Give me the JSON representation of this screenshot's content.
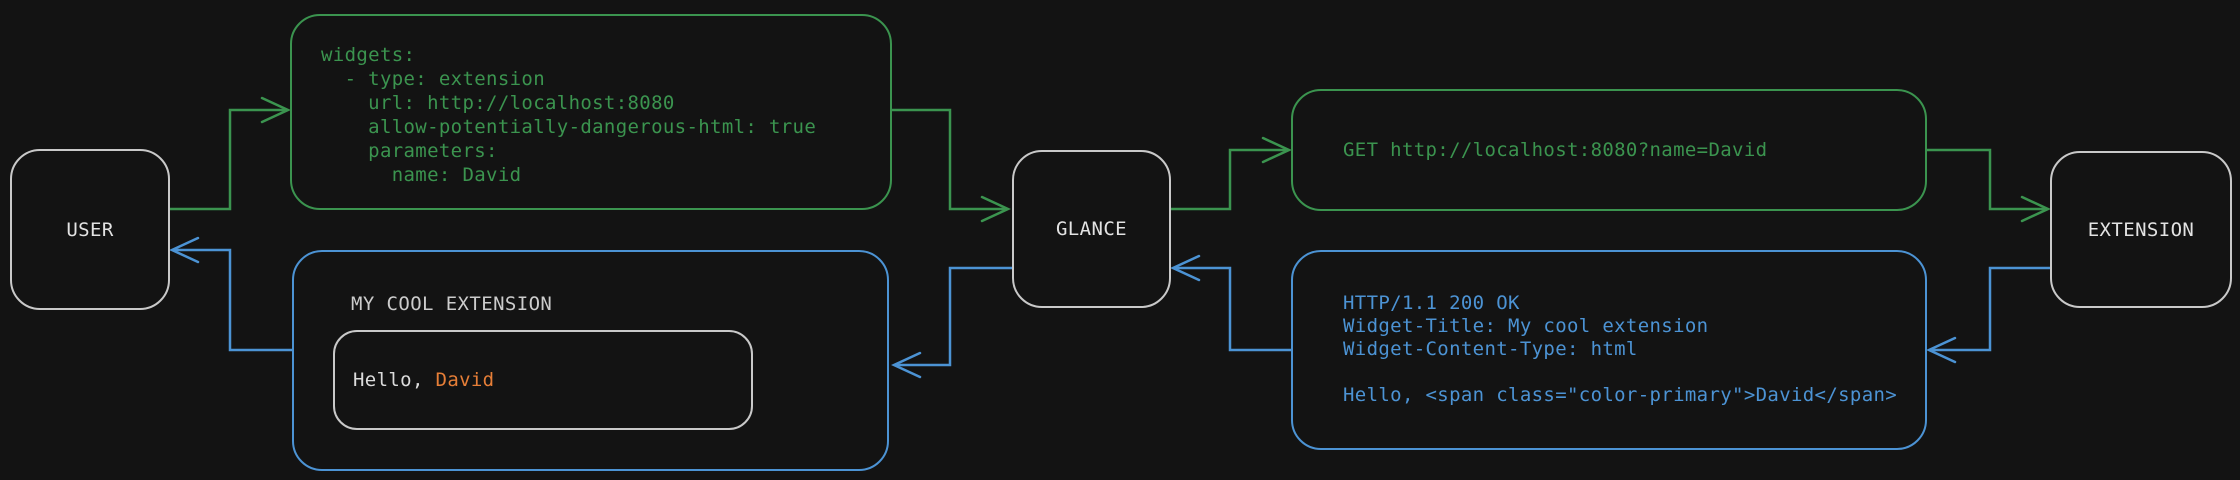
{
  "colors": {
    "background": "#131313",
    "green": "#3B944F",
    "blue": "#4C93D4",
    "orange": "#E67E37",
    "node_border": "#C9C9C9",
    "label_text": "#E3E3E3",
    "body_text": "#DCDCDC",
    "muted_title": "#CCCCCC"
  },
  "nodes": {
    "user": {
      "label": "USER"
    },
    "glance": {
      "label": "GLANCE"
    },
    "extension": {
      "label": "EXTENSION"
    }
  },
  "config_box": {
    "lines": [
      "widgets:",
      "  - type: extension",
      "    url: http://localhost:8080",
      "    allow-potentially-dangerous-html: true",
      "    parameters:",
      "      name: David"
    ]
  },
  "request_box": {
    "text": "GET http://localhost:8080?name=David"
  },
  "response_box": {
    "lines": [
      "HTTP/1.1 200 OK",
      "Widget-Title: My cool extension",
      "Widget-Content-Type: html",
      "",
      "Hello, <span class=\"color-primary\">David</span>"
    ]
  },
  "widget_preview": {
    "title": "MY COOL EXTENSION",
    "greeting_prefix": "Hello, ",
    "highlighted_name": "David"
  }
}
